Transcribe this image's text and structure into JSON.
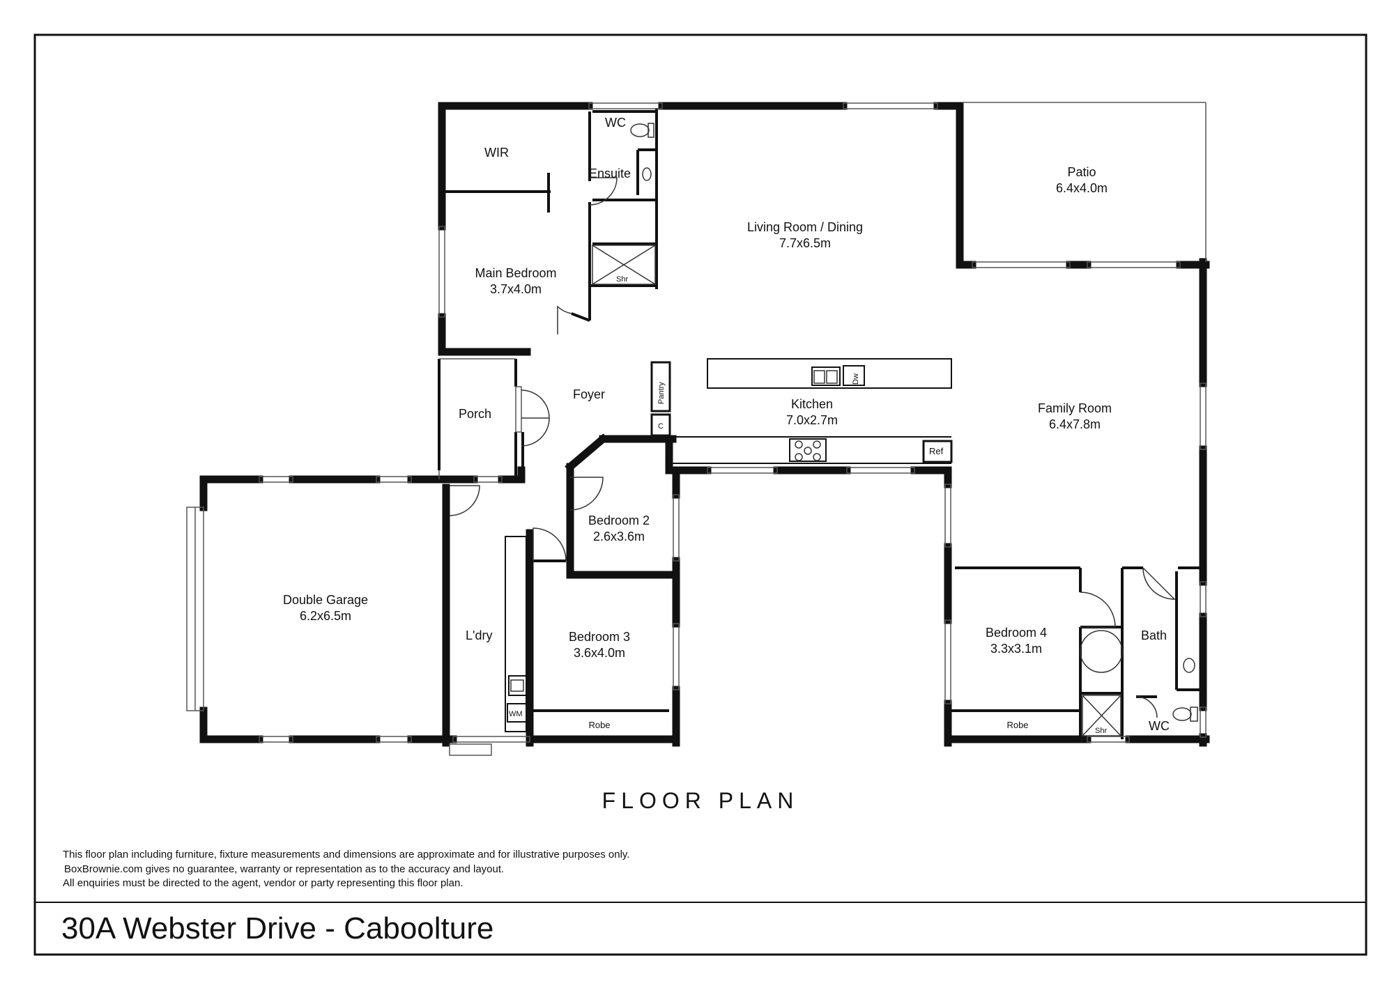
{
  "plan": {
    "caption": "FLOOR PLAN",
    "address": "30A Webster Drive - Caboolture",
    "disclaimer": [
      "This floor plan including furniture, fixture measurements and dimensions are approximate and for illustrative purposes only.",
      "BoxBrownie.com gives no guarantee, warranty or representation as to the accuracy and layout.",
      "All enquiries must be directed to the agent, vendor or party representing this floor plan."
    ]
  },
  "rooms": {
    "wc_ensuite": "WC",
    "wir": "WIR",
    "ensuite": "Ensuite",
    "shr_ensuite": "Shr",
    "main_bedroom": {
      "name": "Main Bedroom",
      "dims": "3.7x4.0m"
    },
    "living": {
      "name": "Living Room / Dining",
      "dims": "7.7x6.5m"
    },
    "patio": {
      "name": "Patio",
      "dims": "6.4x4.0m"
    },
    "foyer": "Foyer",
    "porch": "Porch",
    "pantry": "Pantry",
    "cupboard": "C",
    "dw": "Dw",
    "kitchen": {
      "name": "Kitchen",
      "dims": "7.0x2.7m"
    },
    "ref": "Ref",
    "family": {
      "name": "Family Room",
      "dims": "6.4x7.8m"
    },
    "garage": {
      "name": "Double Garage",
      "dims": "6.2x6.5m"
    },
    "bedroom2": {
      "name": "Bedroom 2",
      "dims": "2.6x3.6m"
    },
    "laundry": "L'dry",
    "wm": "WM",
    "bedroom3": {
      "name": "Bedroom 3",
      "dims": "3.6x4.0m"
    },
    "robe3": "Robe",
    "bedroom4": {
      "name": "Bedroom 4",
      "dims": "3.3x3.1m"
    },
    "robe4": "Robe",
    "bath": "Bath",
    "shr_bath": "Shr",
    "wc_bath": "WC"
  }
}
